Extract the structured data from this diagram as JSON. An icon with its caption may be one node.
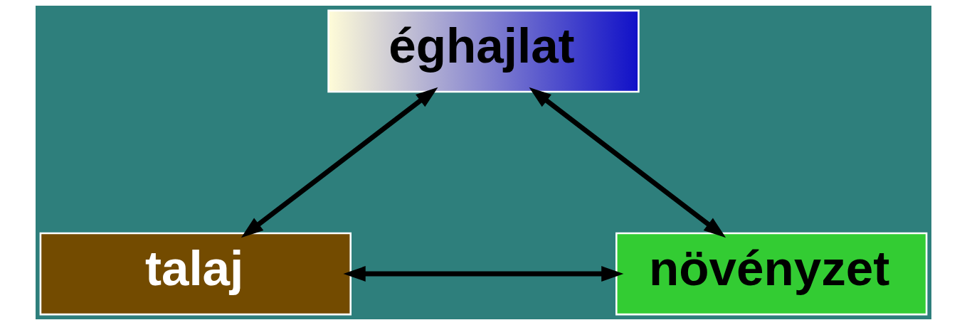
{
  "diagram": {
    "nodes": [
      {
        "text": [
          "éghajlat"
        ]
      },
      {
        "text": [
          "talaj"
        ]
      },
      {
        "text": [
          "növényzet"
        ]
      }
    ],
    "edges": [
      {
        "from": 1,
        "to": 0,
        "arrow": "both"
      },
      {
        "from": 0,
        "to": 2,
        "arrow": "both"
      },
      {
        "from": 1,
        "to": 2,
        "arrow": "both"
      }
    ]
  }
}
